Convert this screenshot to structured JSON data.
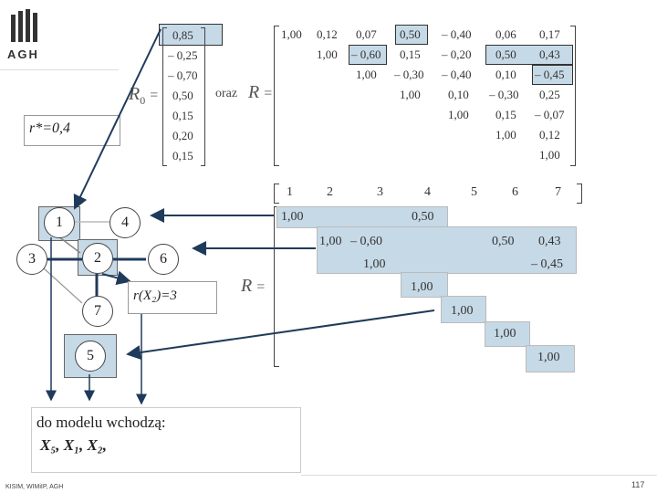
{
  "logo": {
    "text": "AGH"
  },
  "r0": {
    "label": "R",
    "sub": "0",
    "eq": "=",
    "values": [
      "0,85",
      "– 0,25",
      "– 0,70",
      "0,50",
      "0,15",
      "0,20",
      "0,15"
    ]
  },
  "oraz": "oraz",
  "R_top": {
    "label": "R",
    "eq": "=",
    "rows": [
      [
        "1,00",
        "0,12",
        "0,07",
        "0,50",
        "– 0,40",
        "0,06",
        "0,17"
      ],
      [
        "1,00",
        "– 0,60",
        "0,15",
        "– 0,20",
        "0,50",
        "0,43"
      ],
      [
        "1,00",
        "– 0,30",
        "– 0,40",
        "0,10",
        "– 0,45"
      ],
      [
        "1,00",
        "0,10",
        "– 0,30",
        "0,25"
      ],
      [
        "1,00",
        "0,15",
        "– 0,07"
      ],
      [
        "1,00",
        "0,12"
      ],
      [
        "1,00"
      ]
    ]
  },
  "r_star": "r*=0,4",
  "graph": {
    "nodes": [
      "1",
      "2",
      "3",
      "4",
      "5",
      "6",
      "7"
    ]
  },
  "r_x2": "r(X₂)=3",
  "R_bottom": {
    "label": "R",
    "eq": "=",
    "header": [
      "1",
      "2",
      "3",
      "4",
      "5",
      "6",
      "7"
    ],
    "row1": [
      "1,00",
      "0,50"
    ],
    "row2": [
      "1,00",
      "– 0,60",
      "0,50",
      "0,43"
    ],
    "row3": [
      "1,00",
      "– 0,45"
    ],
    "diag": [
      "1,00",
      "1,00",
      "1,00",
      "1,00"
    ]
  },
  "result": {
    "line1": "do modelu wchodzą:",
    "line2": "X₅,  X₁,  X₂,"
  },
  "footer": {
    "left": "KISIM, WIMiIP, AGH",
    "page": "117"
  }
}
